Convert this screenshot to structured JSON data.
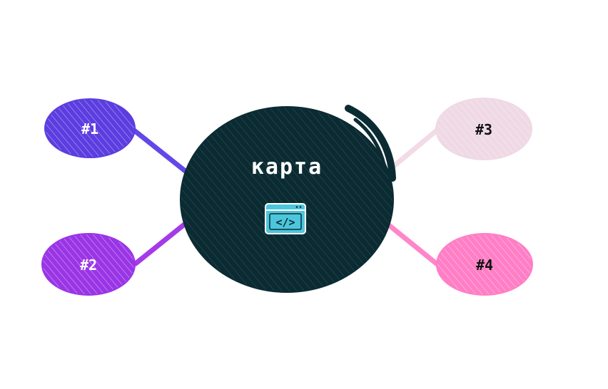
{
  "center": {
    "title": "карта",
    "icon": "code-window-icon",
    "color": "#0b2b33",
    "icon_color": "#4cc6dc"
  },
  "nodes": [
    {
      "id": "n1",
      "label": "#1",
      "color": "#5b3de0",
      "line_color": "#6248e8",
      "text_color": "#ffffff"
    },
    {
      "id": "n2",
      "label": "#2",
      "color": "#9a35e6",
      "line_color": "#a43ae8",
      "text_color": "#ffffff"
    },
    {
      "id": "n3",
      "label": "#3",
      "color": "#efd9e4",
      "line_color": "#f1dbe6",
      "text_color": "#111111"
    },
    {
      "id": "n4",
      "label": "#4",
      "color": "#ff7ec5",
      "line_color": "#ff86c8",
      "text_color": "#111111"
    }
  ]
}
